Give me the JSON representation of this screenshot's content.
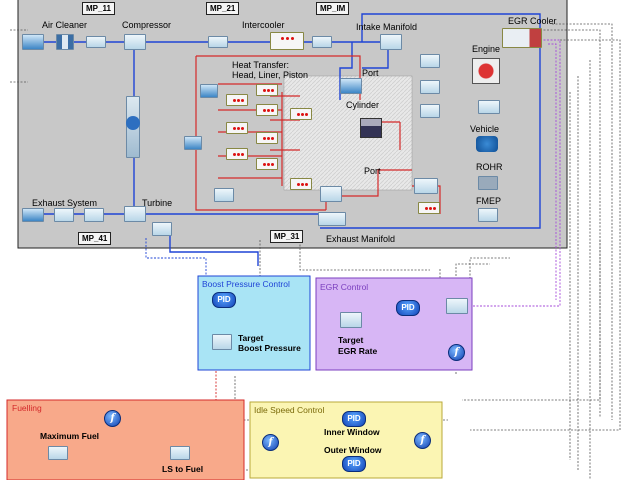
{
  "engine_model": {
    "measuring_points": [
      "MP_11",
      "MP_21",
      "MP_IM",
      "MP_41",
      "MP_31"
    ],
    "labels": {
      "air_cleaner": "Air Cleaner",
      "compressor": "Compressor",
      "intercooler": "Intercooler",
      "intake_manifold": "Intake Manifold",
      "egr_cooler": "EGR Cooler",
      "engine": "Engine",
      "heat_transfer_line1": "Heat Transfer:",
      "heat_transfer_line2": "Head, Liner, Piston",
      "port_intake": "Port",
      "cylinder": "Cylinder",
      "port_exhaust": "Port",
      "vehicle": "Vehicle",
      "rohr": "ROHR",
      "fmep": "FMEP",
      "exhaust_system": "Exhaust System",
      "turbine": "Turbine",
      "exhaust_manifold": "Exhaust Manifold"
    }
  },
  "controls": {
    "boost": {
      "title": "Boost Pressure Control",
      "pid": "PID",
      "target_line1": "Target",
      "target_line2": "Boost Pressure"
    },
    "egr": {
      "title": "EGR Control",
      "pid": "PID",
      "target_line1": "Target",
      "target_line2": "EGR Rate",
      "fn": "f"
    },
    "fuelling": {
      "title": "Fuelling",
      "max_fuel": "Maximum Fuel",
      "ls_to_fuel": "LS to Fuel",
      "fn": "f"
    },
    "idle": {
      "title": "Idle Speed Control",
      "inner_window": "Inner Window",
      "outer_window": "Outer Window",
      "pid": "PID",
      "fn": "f"
    }
  },
  "colors": {
    "model_bg": "#c8c8c8",
    "boost_bg": "#a9e4f5",
    "egr_bg": "#d7b6f5",
    "fuel_bg": "#f8a98a",
    "idle_bg": "#fbf5b3",
    "air_line": "#1f44d6",
    "exhaust_line": "#d42a2a"
  }
}
